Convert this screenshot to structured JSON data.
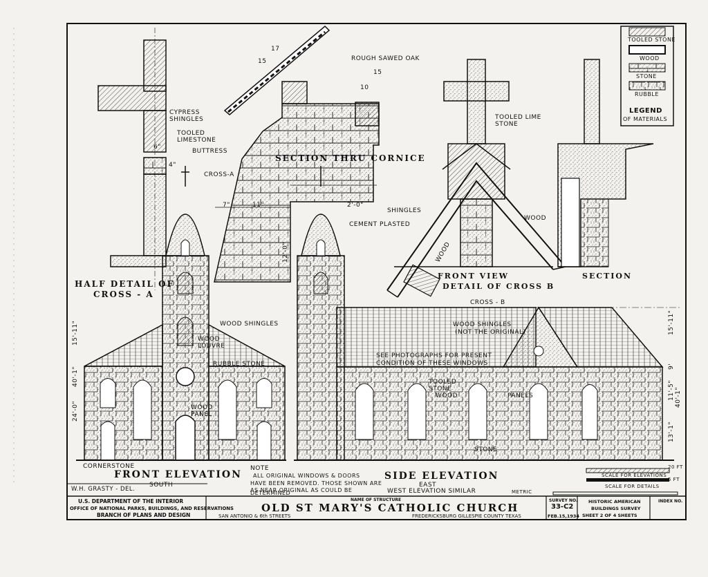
{
  "legend": {
    "items": [
      "TOOLED STONE",
      "WOOD",
      "STONE",
      "RUBBLE"
    ],
    "title": "LEGEND",
    "subtitle": "OF MATERIALS"
  },
  "labels": {
    "rough_sawed_oak": "ROUGH SAWED OAK",
    "cypress_shingles": "CYPRESS SHINGLES",
    "tooled_limestone_a": "TOOLED LIMESTONE",
    "buttress": "BUTTRESS",
    "cross_a": "CROSS-A",
    "section_thru_cornice": "SECTION THRU CORNICE",
    "shingles": "SHINGLES",
    "cement_plasted": "CEMENT PLASTED",
    "tooled_lime_stone_b": "TOOLED LIME STONE",
    "wood_b": "WOOD",
    "wood_diag": "WOOD",
    "front_view": "FRONT VIEW",
    "detail_of_cross_b": "DETAIL OF CROSS B",
    "section": "SECTION",
    "half_detail_1": "HALF DETAIL OF",
    "half_detail_2": "CROSS - A",
    "cross_b": "CROSS - B",
    "wood_shingles": "WOOD SHINGLES",
    "wood_louvre": "WOOD LOUVRE",
    "rubble_stone": "RUBBLE STONE",
    "wood_panel": "WOOD PANEL",
    "wood_shingles_not_original_1": "WOOD SHINGLES",
    "wood_shingles_not_original_2": "(NOT THE ORIGINAL)",
    "see_photos_1": "SEE PHOTOGRAPHS FOR PRESENT",
    "see_photos_2": "CONDITION OF THESE WINDOWS",
    "tooled_stone": "TOOLED STONE",
    "wood_side": "WOOD",
    "panels": "PANELS",
    "stone": "STONE",
    "cornerstone": "CORNERSTONE",
    "dim_7": "7\"",
    "dim_11": "11\"",
    "dim_2_0": "2'-0\"",
    "dim_15": "15",
    "dim_17": "17",
    "dim_10": "10",
    "dim_4": "4\"",
    "dim_6": "6\"",
    "dim_12_0": "12'-0\"",
    "dim_15_11": "15'-11\"",
    "dim_9": "9'",
    "dim_11_5": "11'-5\"",
    "dim_40_1": "40'-1\"",
    "dim_13_1": "13'-1\"",
    "dim_24_0": "24'-0\"",
    "dim_40_1b": "40'-1\"",
    "dim_15_11b": "15'-11\""
  },
  "elevations": {
    "front_title": "FRONT ELEVATION",
    "front_sub": "SOUTH",
    "side_title": "SIDE ELEVATION",
    "side_sub": "EAST",
    "side_note": "WEST ELEVATION SIMILAR",
    "note_head": "NOTE",
    "note_lines": [
      "ALL ORIGINAL WINDOWS & DOORS",
      "HAVE BEEN REMOVED. THOSE SHOWN ARE",
      "AS NEAR ORIGINAL AS COULD BE",
      "DETERMINED"
    ]
  },
  "scales": {
    "elevations": "SCALE FOR ELEVATIONS",
    "details": "SCALE FOR DETAILS",
    "metric": "METRIC",
    "ft_a": "20 FT",
    "ft_b": "5 FT"
  },
  "title_block": {
    "delineator": "W.H. GRASTY - DEL.",
    "agency_1": "U.S. DEPARTMENT OF THE INTERIOR",
    "agency_2": "OFFICE OF NATIONAL PARKS, BUILDINGS, AND RESERVATIONS",
    "agency_3": "BRANCH OF PLANS AND DESIGN",
    "name_label": "NAME OF STRUCTURE",
    "structure_name": "OLD ST MARY'S CATHOLIC CHURCH",
    "address": "SAN ANTONIO & 6th STREETS",
    "location": "FREDERICKSBURG GILLESPIE COUNTY TEXAS",
    "survey_label": "SURVEY NO.",
    "survey_no": "33-C2",
    "date": "FEB.15,1934",
    "habs_1": "HISTORIC AMERICAN",
    "habs_2": "BUILDINGS SURVEY",
    "sheet": "SHEET 2 OF 4 SHEETS",
    "index": "INDEX NO."
  }
}
